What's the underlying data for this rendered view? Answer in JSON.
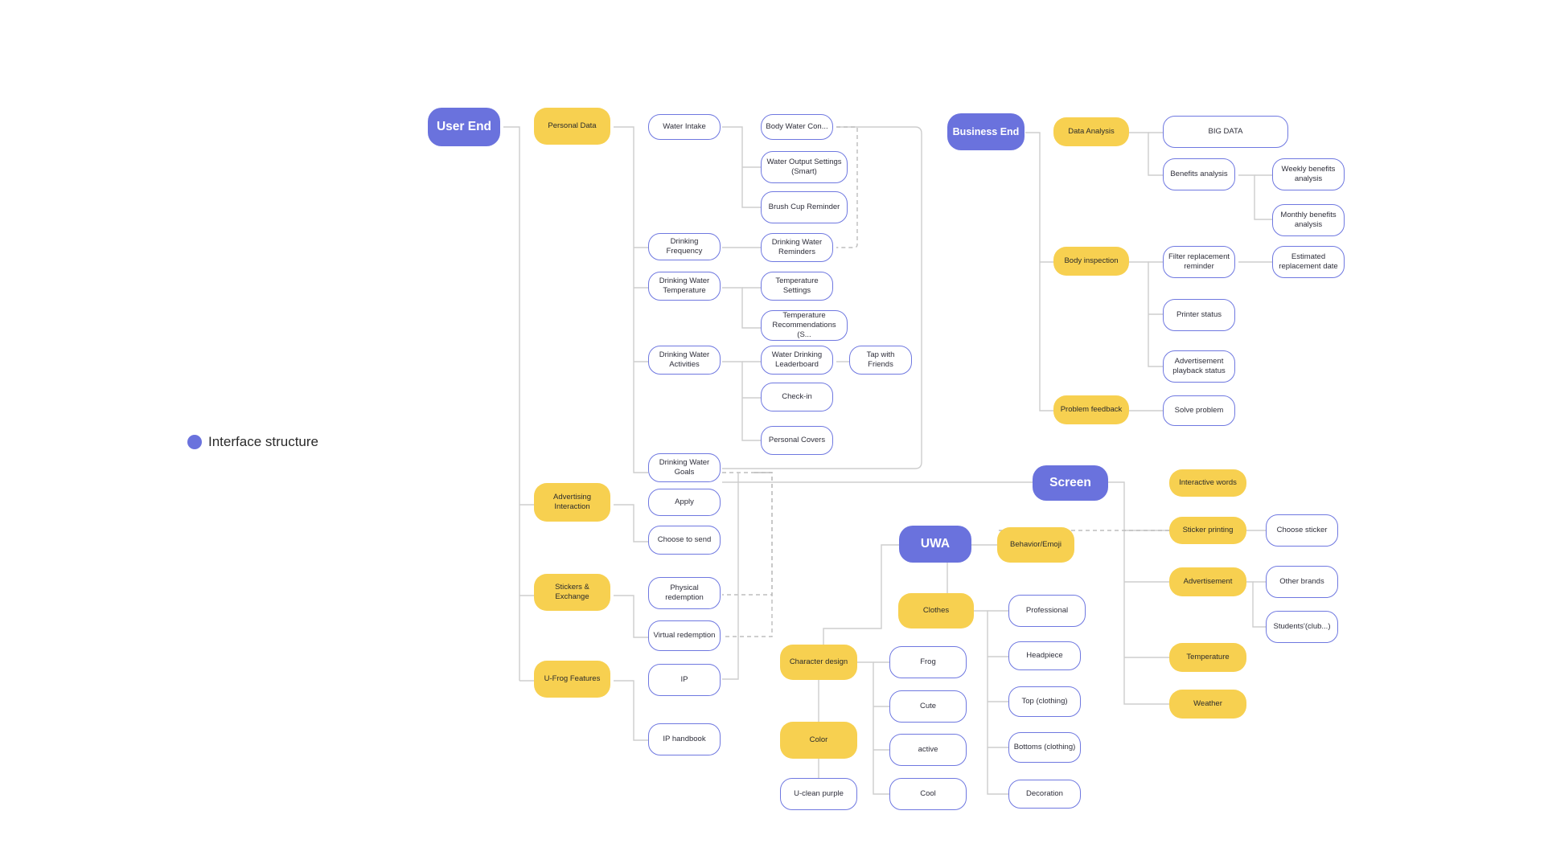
{
  "legend": {
    "label": "Interface structure",
    "color": "#6a72dd"
  },
  "roots": {
    "user_end": "User End",
    "business_end": "Business End",
    "screen": "Screen",
    "uwa": "UWA"
  },
  "user_end": {
    "personal_data": "Personal Data",
    "water_intake": "Water Intake",
    "body_water_con": "Body Water Con...",
    "water_output_settings": "Water Output Settings (Smart)",
    "brush_cup_reminder": "Brush Cup Reminder",
    "drinking_frequency": "Drinking Frequency",
    "drinking_water_reminders": "Drinking Water Reminders",
    "drinking_water_temperature": "Drinking Water Temperature",
    "temperature_settings": "Temperature Settings",
    "temperature_recommendations": "Temperature Recommendations (S...",
    "drinking_water_activities": "Drinking Water Activities",
    "water_drinking_leaderboard": "Water Drinking Leaderboard",
    "tap_with_friends": "Tap with Friends",
    "check_in": "Check-in",
    "personal_covers": "Personal Covers",
    "drinking_water_goals": "Drinking Water Goals",
    "advertising_interaction": "Advertising Interaction",
    "apply": "Apply",
    "choose_to_send": "Choose to send",
    "stickers_exchange": "Stickers & Exchange",
    "physical_redemption": "Physical redemption",
    "virtual_redemption": "Virtual redemption",
    "ufrog_features": "U-Frog Features",
    "ip": "IP",
    "ip_handbook": "IP handbook"
  },
  "business_end": {
    "data_analysis": "Data Analysis",
    "big_data": "BIG DATA",
    "benefits_analysis": "Benefits analysis",
    "weekly_benefits": "Weekly benefits analysis",
    "monthly_benefits": "Monthly benefits analysis",
    "body_inspection": "Body inspection",
    "filter_replacement": "Filter replacement reminder",
    "estimated_replacement": "Estimated replacement date",
    "printer_status": "Printer status",
    "ad_playback_status": "Advertisement playback status",
    "problem_feedback": "Problem feedback",
    "solve_problem": "Solve problem"
  },
  "screen": {
    "interactive_words": "Interactive words",
    "sticker_printing": "Sticker printing",
    "choose_sticker": "Choose sticker",
    "advertisement": "Advertisement",
    "other_brands": "Other brands",
    "students_club": "Students'(club...)",
    "temperature": "Temperature",
    "weather": "Weather"
  },
  "uwa": {
    "behavior_emoji": "Behavior/Emoji",
    "clothes": "Clothes",
    "professional": "Professional",
    "headpiece": "Headpiece",
    "top_clothing": "Top (clothing)",
    "bottoms_clothing": "Bottoms (clothing)",
    "decoration": "Decoration",
    "character_design": "Character design",
    "frog": "Frog",
    "cute": "Cute",
    "active": "active",
    "cool": "Cool",
    "color": "Color",
    "uclean_purple": "U-clean purple"
  }
}
